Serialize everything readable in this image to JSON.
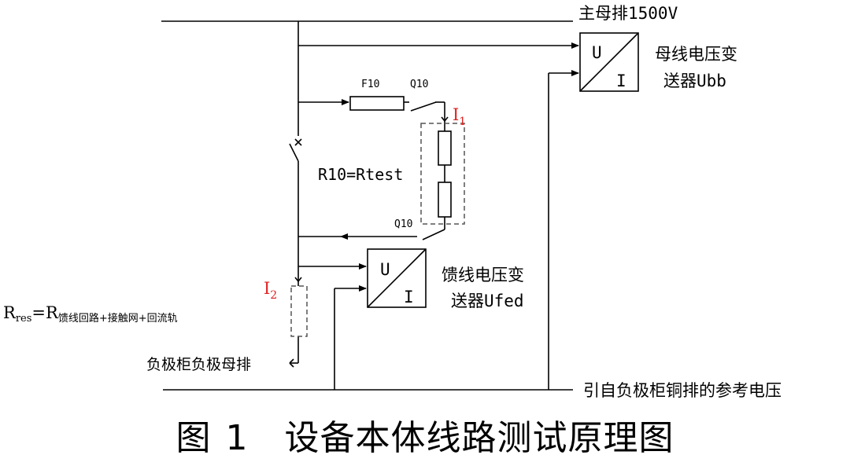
{
  "labels": {
    "main_bus": "主母排1500V",
    "bus_transmitter_line1": "母线电压变",
    "bus_transmitter_line2": "送器Ubb",
    "fuse": "F10",
    "switch_top": "Q10",
    "switch_bottom": "Q10",
    "current1_symbol": "I",
    "current1_sub": "1",
    "resistor": "R10=Rtest",
    "current2_symbol": "I",
    "current2_sub": "2",
    "feeder_transmitter_line1": "馈线电压变",
    "feeder_transmitter_line2": "送器Ufed",
    "rres_main": "R",
    "rres_sub": "res",
    "rres_eq": "=R",
    "rres_desc": "馈线回路+接触网+回流轨",
    "neg_bus": "负极柜负极母排",
    "ref_voltage": "引自负极柜铜排的参考电压",
    "transmitter_u": "U",
    "transmitter_i": "I"
  },
  "caption": {
    "fig": "图",
    "number": "1",
    "title": "设备本体线路测试原理图"
  },
  "colors": {
    "line": "#000000",
    "current_label": "#e02020",
    "dashed": "#555555"
  }
}
